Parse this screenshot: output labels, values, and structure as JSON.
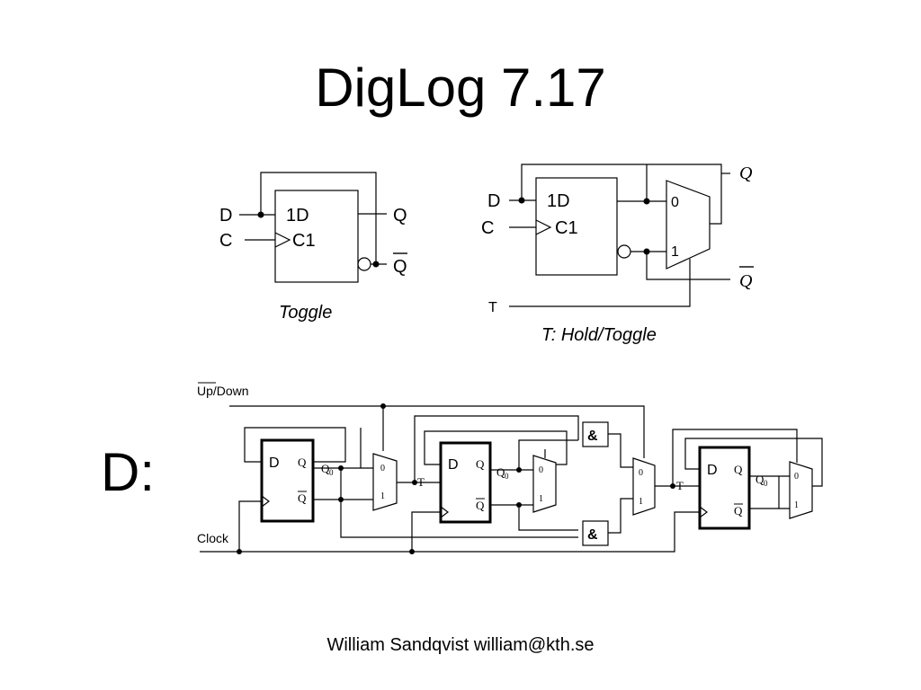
{
  "slide": {
    "title": "DigLog 7.17",
    "d_label": "D:",
    "footer": "William Sandqvist william@kth.se"
  },
  "toggle_circuit": {
    "caption": "Toggle",
    "inputs": {
      "d": "D",
      "c": "C"
    },
    "ff": {
      "data_pin": "1D",
      "clock_pin": "C1"
    },
    "outputs": {
      "q": "Q",
      "q_bar": "Q"
    }
  },
  "hold_toggle_circuit": {
    "caption": "T:  Hold/Toggle",
    "inputs": {
      "d": "D",
      "c": "C",
      "t": "T"
    },
    "ff": {
      "data_pin": "1D",
      "clock_pin": "C1"
    },
    "mux": {
      "in0": "0",
      "in1": "1"
    },
    "outputs": {
      "q": "Q",
      "q_bar": "Q"
    }
  },
  "counter_circuit": {
    "updown_label": "Up/Down",
    "clock_label": "Clock",
    "ff_data": "D",
    "ff_q": "Q",
    "ff_qbar": "Q",
    "q0_label": "Q",
    "q0_sub": "0",
    "t_label": "T",
    "mux_in0": "0",
    "mux_in1": "1",
    "and_gate": "&"
  }
}
